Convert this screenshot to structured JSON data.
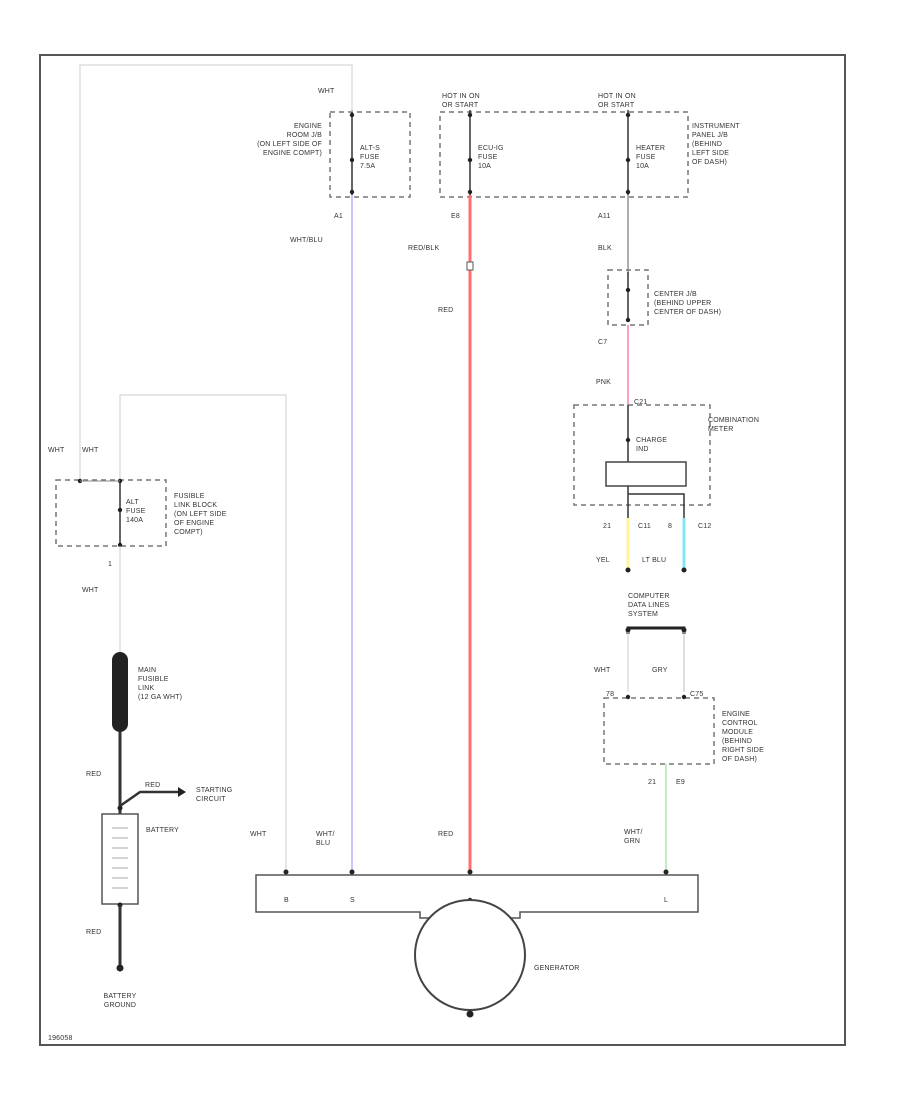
{
  "colors": {
    "frame": "#555555",
    "wire_white": "#d6d6d6",
    "wire_wht_blu": "#a8a0ff",
    "wire_red": "#ff6f6f",
    "wire_pink": "#ff9cc2",
    "wire_blk": "#777777",
    "wire_yel": "#fff59a",
    "wire_lt_blu": "#7fe8f0",
    "wire_gry": "#c8c8c8",
    "wire_wht_grn": "#9fdf9f",
    "wire_fusible": "#333333"
  },
  "labels": {
    "wht_top": "WHT",
    "hot_in_on_crank": "HOT IN ON\nOR START",
    "hot_in_on_or_start": "HOT IN ON\nOR START",
    "engine_room_jb": "ENGINE\nROOM J/B\n(ON LEFT SIDE OF\nENGINE COMPT)",
    "fuse_alt_s": "ALT-S\nFUSE\n7.5A",
    "fuse_egas": "ECU-IG\nFUSE\n10A",
    "fuse_heater": "HEATER\nFUSE\n10A",
    "instrument_panel_jb": "INSTRUMENT\nPANEL J/B\n(BEHIND\nLEFT SIDE\nOF DASH)",
    "pin_a1": "A1",
    "pin_e8": "E8",
    "pin_a11": "A11",
    "wht_blu_top": "WHT/BLU",
    "red_blk": "RED/BLK",
    "blk": "BLK",
    "red_mid": "RED",
    "center_jb": "CENTER J/B\n(BEHIND UPPER\nCENTER OF DASH)",
    "pin_c7": "C7",
    "pnk": "PNK",
    "pin_c21": "C21",
    "combination_meter": "COMBINATION\nMETER",
    "charge_ind": "CHARGE\nIND",
    "pin_21": "21",
    "pin_c11": "C11",
    "pin_8": "8",
    "pin_c12": "C12",
    "yel": "YEL",
    "lt_blu": "LT BLU",
    "computer_data_lines": "COMPUTER\nDATA LINES\nSYSTEM",
    "wht_mid": "WHT",
    "gry": "GRY",
    "pin_78": "78",
    "pin_c75": "C75",
    "engine_control_module": "ENGINE\nCONTROL\nMODULE\n(BEHIND\nRIGHT SIDE\nOF DASH)",
    "pin_21b": "21",
    "pin_e9": "E9",
    "wht_left_a": "WHT",
    "wht_left_b": "WHT",
    "fuse_alt": "ALT\nFUSE\n140A",
    "fusible_link_block": "FUSIBLE\nLINK BLOCK\n(ON LEFT SIDE\nOF ENGINE\nCOMPT)",
    "pin_1": "1",
    "wht_under": "WHT",
    "main_fusible_link": "MAIN\nFUSIBLE\nLINK\n(12 GA WHT)",
    "red_left": "RED",
    "red_arrow": "RED",
    "starting_circuit": "STARTING\nCIRCUIT",
    "battery": "BATTERY",
    "red_lower": "RED",
    "battery_ground": "BATTERY\nGROUND",
    "wht_b": "WHT",
    "wht_blu_bottom": "WHT/\nBLU",
    "red_bottom": "RED",
    "wht_grn_bottom": "WHT/\nGRN",
    "term_b": "B",
    "term_s": "S",
    "term_l": "L",
    "generator": "GENERATOR",
    "figure_id": "196058"
  }
}
